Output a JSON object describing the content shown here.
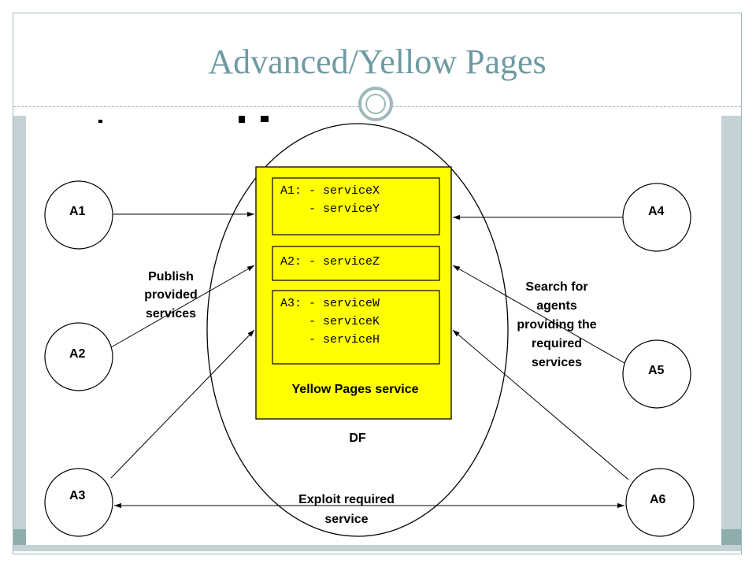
{
  "slide": {
    "title": "Advanced/Yellow Pages"
  },
  "diagram": {
    "agents": [
      "A1",
      "A2",
      "A3",
      "A4",
      "A5",
      "A6"
    ],
    "df_label": "DF",
    "yp_label": "Yellow Pages service",
    "entries": [
      {
        "lines": [
          "A1: - serviceX",
          "    - serviceY"
        ]
      },
      {
        "lines": [
          "A2: - serviceZ"
        ]
      },
      {
        "lines": [
          "A3: - serviceW",
          "    - serviceK",
          "    - serviceH"
        ]
      }
    ],
    "publish_label": [
      "Publish",
      "provided",
      "services"
    ],
    "search_label": [
      "Search for",
      "agents",
      "providing the",
      "required",
      "services"
    ],
    "exploit_label": [
      "Exploit required",
      "service"
    ]
  },
  "colors": {
    "accent": "#6e9aa3",
    "yellow_box": "#ffff00",
    "band": "#c4d1d5",
    "footer": "#8fadad"
  }
}
